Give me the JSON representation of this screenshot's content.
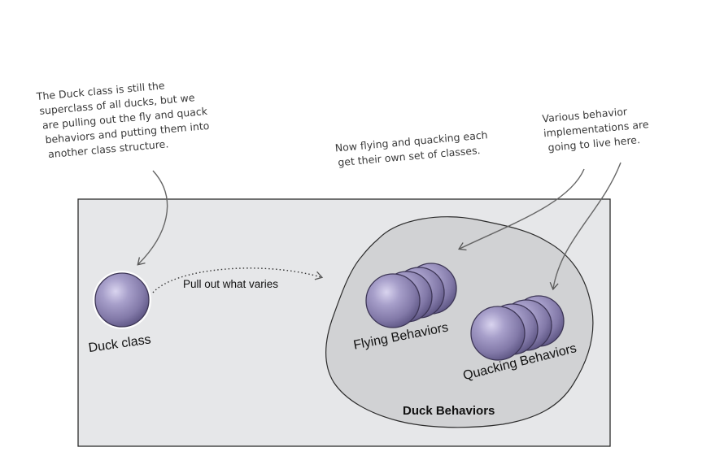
{
  "annotations": {
    "duck_class_note": [
      "The Duck class is still the",
      "superclass of all ducks, but we",
      "are pulling out the fly and quack",
      "behaviors and putting them into",
      "another class structure."
    ],
    "classes_note": [
      "Now flying and quacking each",
      "get their own set of classes."
    ],
    "implementations_note": [
      "Various behavior",
      "implementations are",
      "going to live here."
    ]
  },
  "diagram": {
    "duck_class_label": "Duck class",
    "arrow_label": "Pull out what varies",
    "flying_label": "Flying Behaviors",
    "quacking_label": "Quacking Behaviors",
    "region_label": "Duck Behaviors"
  },
  "colors": {
    "panel_fill": "#e6e7e9",
    "region_fill": "#d1d2d4",
    "sphere": "#8f86b3"
  }
}
